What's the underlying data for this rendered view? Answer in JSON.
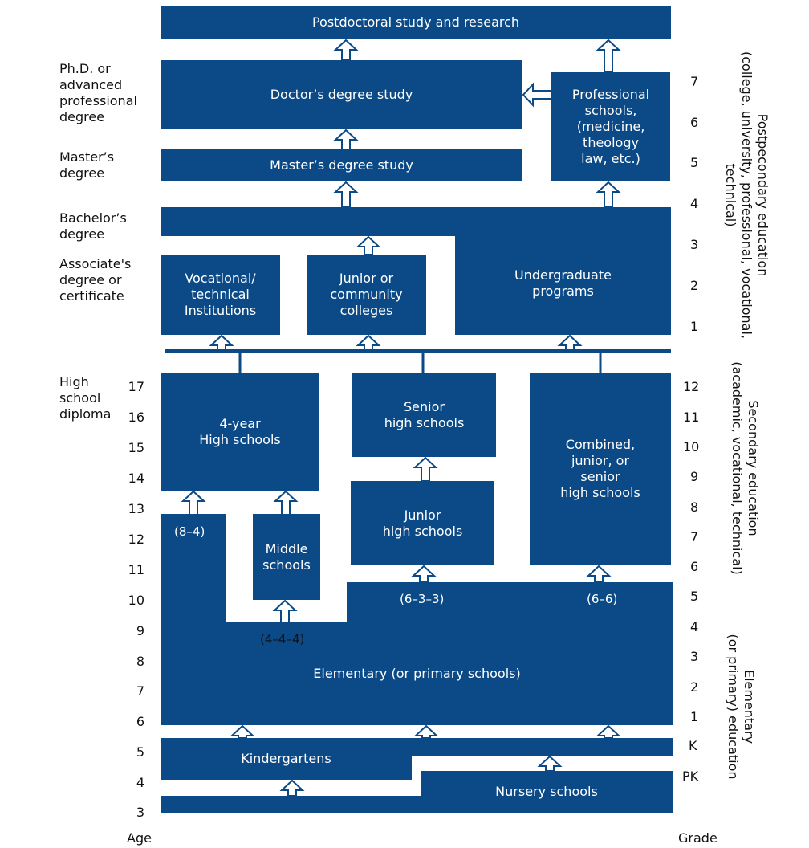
{
  "blocks": {
    "postdoc": "Postdoctoral study and research",
    "doctor": "Doctor’s degree study",
    "masters": "Master’s degree study",
    "professional": "Professional\nschools,\n(medicine,\ntheology\nlaw, etc.)",
    "undergrad": "Undergraduate\nprograms",
    "vocational": "Vocational/\ntechnical\nInstitutions",
    "junior_college": "Junior or\ncommunity\ncolleges",
    "hs4": "4-year\nHigh schools",
    "senior_hs": "Senior\nhigh schools",
    "combined": "Combined,\njunior, or\nsenior\nhigh schools",
    "junior_hs": "Junior\nhigh schools",
    "middle": "Middle\nschools",
    "elementary": "Elementary (or primary schools)",
    "kindergarten": "Kindergartens",
    "nursery": "Nursery schools"
  },
  "patterns": {
    "p84": "(8–4)",
    "p444": "(4–4–4)",
    "p633": "(6–3–3)",
    "p66": "(6–6)"
  },
  "degrees": {
    "phd": "Ph.D. or\nadvanced\nprofessional\ndegree",
    "masters": "Master’s\ndegree",
    "bachelors": "Bachelor’s\ndegree",
    "associate": "Associate's\ndegree or\ncertificate",
    "highschool": "High\nschool\ndiploma"
  },
  "ages": [
    "17",
    "16",
    "15",
    "14",
    "13",
    "12",
    "11",
    "10",
    "9",
    "8",
    "7",
    "6",
    "5",
    "4",
    "3"
  ],
  "grades_post": [
    "7",
    "6",
    "5",
    "4",
    "3",
    "2",
    "1"
  ],
  "grades_sec": [
    "12",
    "11",
    "10",
    "9",
    "8",
    "7",
    "6",
    "5",
    "4",
    "3",
    "2",
    "1",
    "K",
    "PK"
  ],
  "axis": {
    "age": "Age",
    "grade": "Grade"
  },
  "side": {
    "post": "Postpecondary education\n(college, university, professional, vocational,\ntechnical)",
    "secondary": "Secondary education\n(academic, vocational, technical)",
    "elementary": "Elementary\n(or primary) education"
  },
  "colors": {
    "block": "#0b4a86",
    "arrow_fill": "#ffffff"
  }
}
